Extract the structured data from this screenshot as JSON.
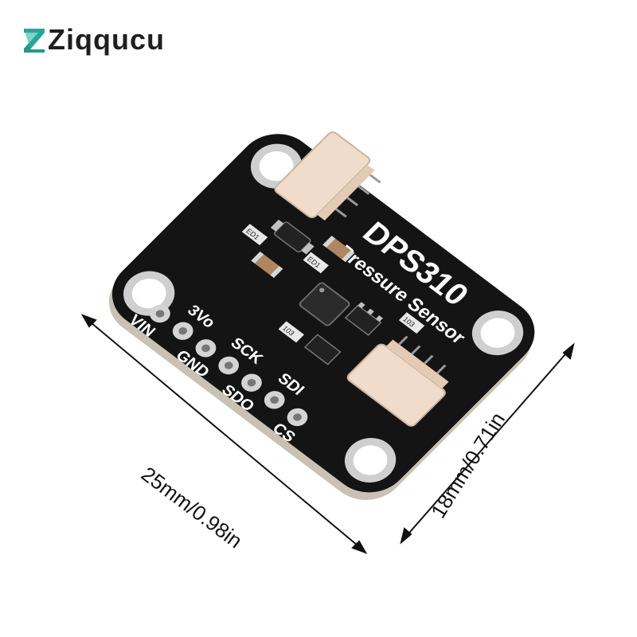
{
  "brand": {
    "name": "Ziqqucu"
  },
  "board": {
    "title": "DPS310",
    "subtitle": "Pressure Sensor",
    "pins": [
      "VIN",
      "3Vo",
      "GND",
      "SCK",
      "SDO",
      "SDI",
      "CS"
    ],
    "chip_markings": [
      "ED1",
      "ED1",
      "103",
      "103"
    ],
    "board_color": "#141414",
    "connector_color": "#f1dccb"
  },
  "dimensions": {
    "width_label": "25mm/0.98in",
    "height_label": "18mm/0.71in"
  }
}
